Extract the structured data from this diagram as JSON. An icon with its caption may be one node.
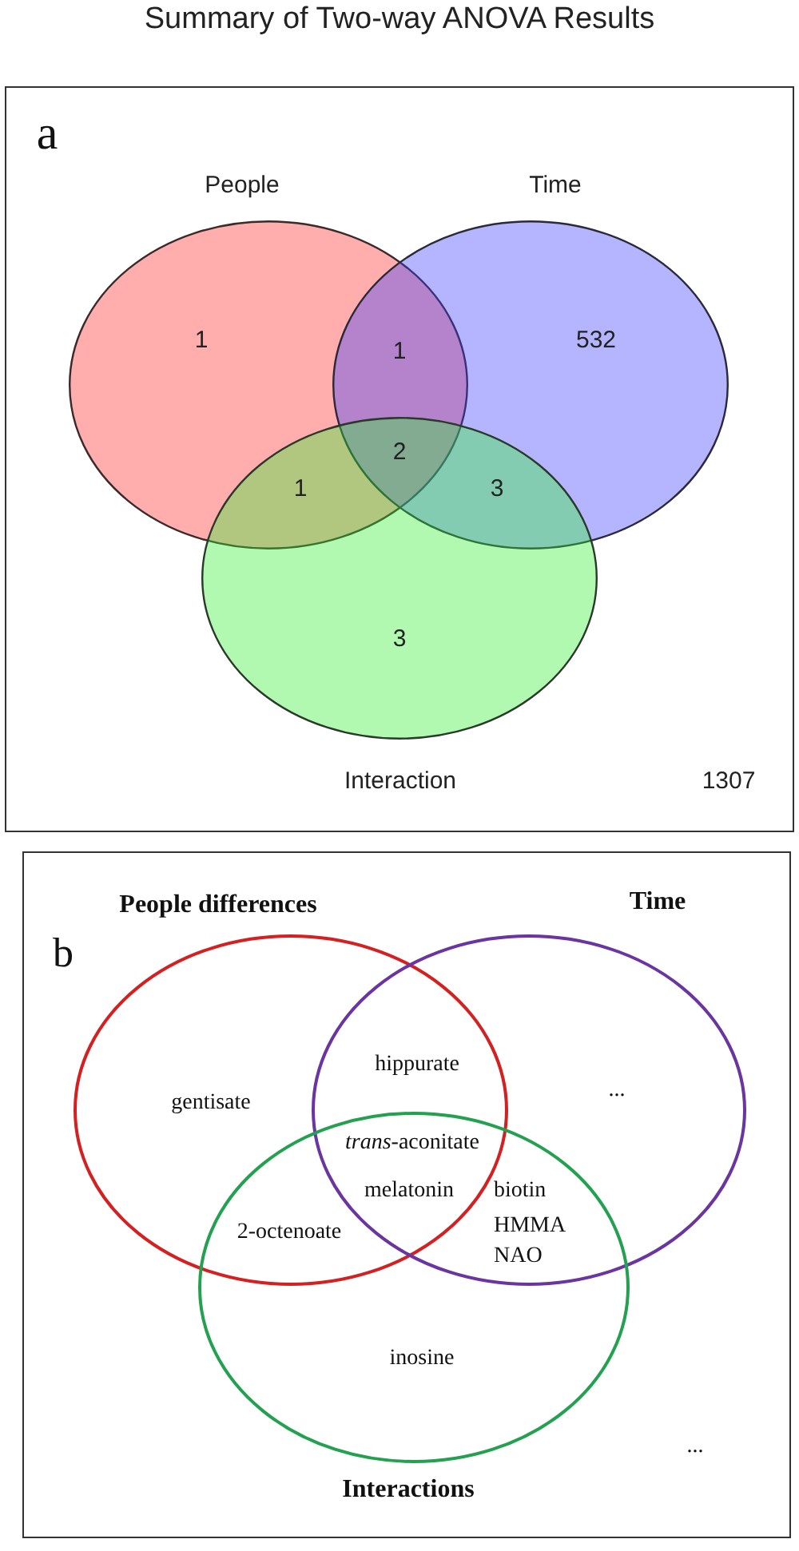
{
  "diagram": {
    "title": "Summary of Two-way ANOVA Results",
    "nodes": [
      {
        "text": [
          "a"
        ]
      },
      {
        "text": [
          "People"
        ],
        "in": 0
      },
      {
        "text": [
          "Time"
        ],
        "in": 0
      },
      {
        "text": [
          "Interaction"
        ],
        "in": 0
      },
      {
        "text": [
          "b"
        ]
      },
      {
        "text": [
          "People differences"
        ],
        "in": 4
      },
      {
        "text": [
          "Time"
        ],
        "in": 4
      },
      {
        "text": [
          "Interactions"
        ],
        "in": 4
      }
    ],
    "edges": [],
    "labels": [
      "1",
      "1",
      "532",
      "2",
      "1",
      "3",
      "3",
      "1307",
      "gentisate",
      "hippurate",
      "*trans*-aconitate",
      "melatonin",
      "biotin",
      "HMMA",
      "NAO",
      "2-octenoate",
      "inosine",
      "...",
      "..."
    ]
  }
}
